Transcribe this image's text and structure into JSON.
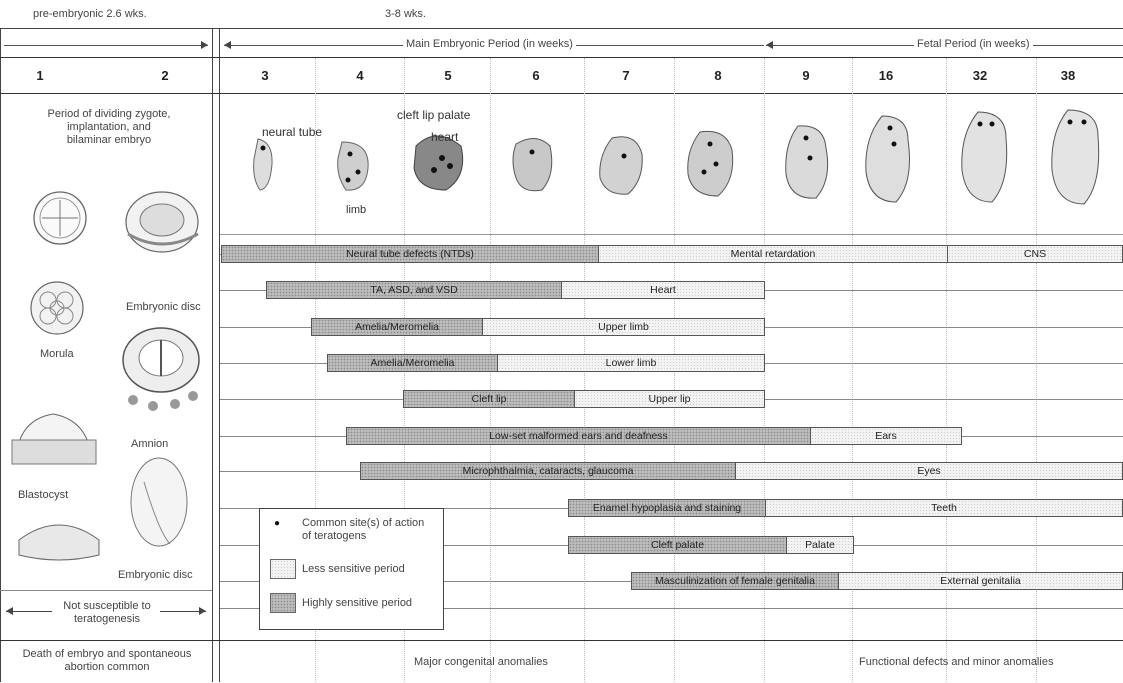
{
  "top": {
    "pre_embryonic": "pre-embryonic 2.6 wks.",
    "three_eight": "3-8 wks.",
    "main_period": "Main Embryonic Period (in weeks)",
    "fetal_period": "Fetal Period (in weeks)"
  },
  "weeks": [
    "1",
    "2",
    "3",
    "4",
    "5",
    "6",
    "7",
    "8",
    "9",
    "16",
    "32",
    "38"
  ],
  "left_panel": {
    "description": "Period of dividing zygote, implantation, and bilaminar embryo",
    "embryonic_disc_1": "Embryonic disc",
    "morula": "Morula",
    "amnion": "Amnion",
    "blastocyst": "Blastocyst",
    "embryonic_disc_2": "Embryonic disc",
    "not_susceptible": "Not susceptible to teratogenesis",
    "death": "Death of embryo and spontaneous abortion common"
  },
  "embryo_labels": {
    "neural_tube": "neural tube",
    "cleft_lip_palate": "cleft lip palate",
    "heart": "heart",
    "limb": "limb"
  },
  "rows": [
    {
      "highly": "Neural tube defects (NTDs)",
      "less": "Mental retardation",
      "late": "CNS"
    },
    {
      "highly": "TA, ASD, and VSD",
      "less": "Heart"
    },
    {
      "highly": "Amelia/Meromelia",
      "less": "Upper limb"
    },
    {
      "highly": "Amelia/Meromelia",
      "less": "Lower limb"
    },
    {
      "highly": "Cleft lip",
      "less": "Upper lip"
    },
    {
      "highly": "Low-set malformed ears and deafness",
      "less": "Ears"
    },
    {
      "highly": "Microphthalmia, cataracts, glaucoma",
      "less": "Eyes"
    },
    {
      "highly": "Enamel hypoplasia and staining",
      "less": "Teeth"
    },
    {
      "highly": "Cleft palate",
      "less": "Palate"
    },
    {
      "highly": "Masculinization of female genitalia",
      "less": "External genitalia"
    }
  ],
  "legend": {
    "common_site": "Common site(s) of action of teratogens",
    "less": "Less sensitive period",
    "highly": "Highly sensitive period",
    "dot_symbol": "●"
  },
  "bottom": {
    "major": "Major congenital anomalies",
    "functional": "Functional defects and minor anomalies"
  }
}
